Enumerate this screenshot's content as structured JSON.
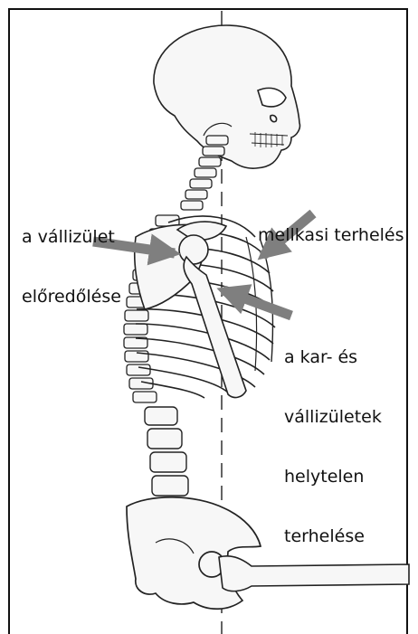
{
  "labels": {
    "shoulder_forward": [
      "a vállizület",
      "előredőlése"
    ],
    "chest_load": [
      "mellkasi terhelés"
    ],
    "arm_shoulder_load": [
      "a kar- és",
      "vállizületek",
      "helytelen",
      "terhelése"
    ]
  },
  "colors": {
    "arrow": "#7f7f7f",
    "frame": "#111111",
    "bone_fill": "#f7f7f7",
    "bone_stroke": "#222222"
  },
  "icons": [
    "skeleton-illustration",
    "arrow-right",
    "arrow-down-left",
    "arrow-left"
  ]
}
